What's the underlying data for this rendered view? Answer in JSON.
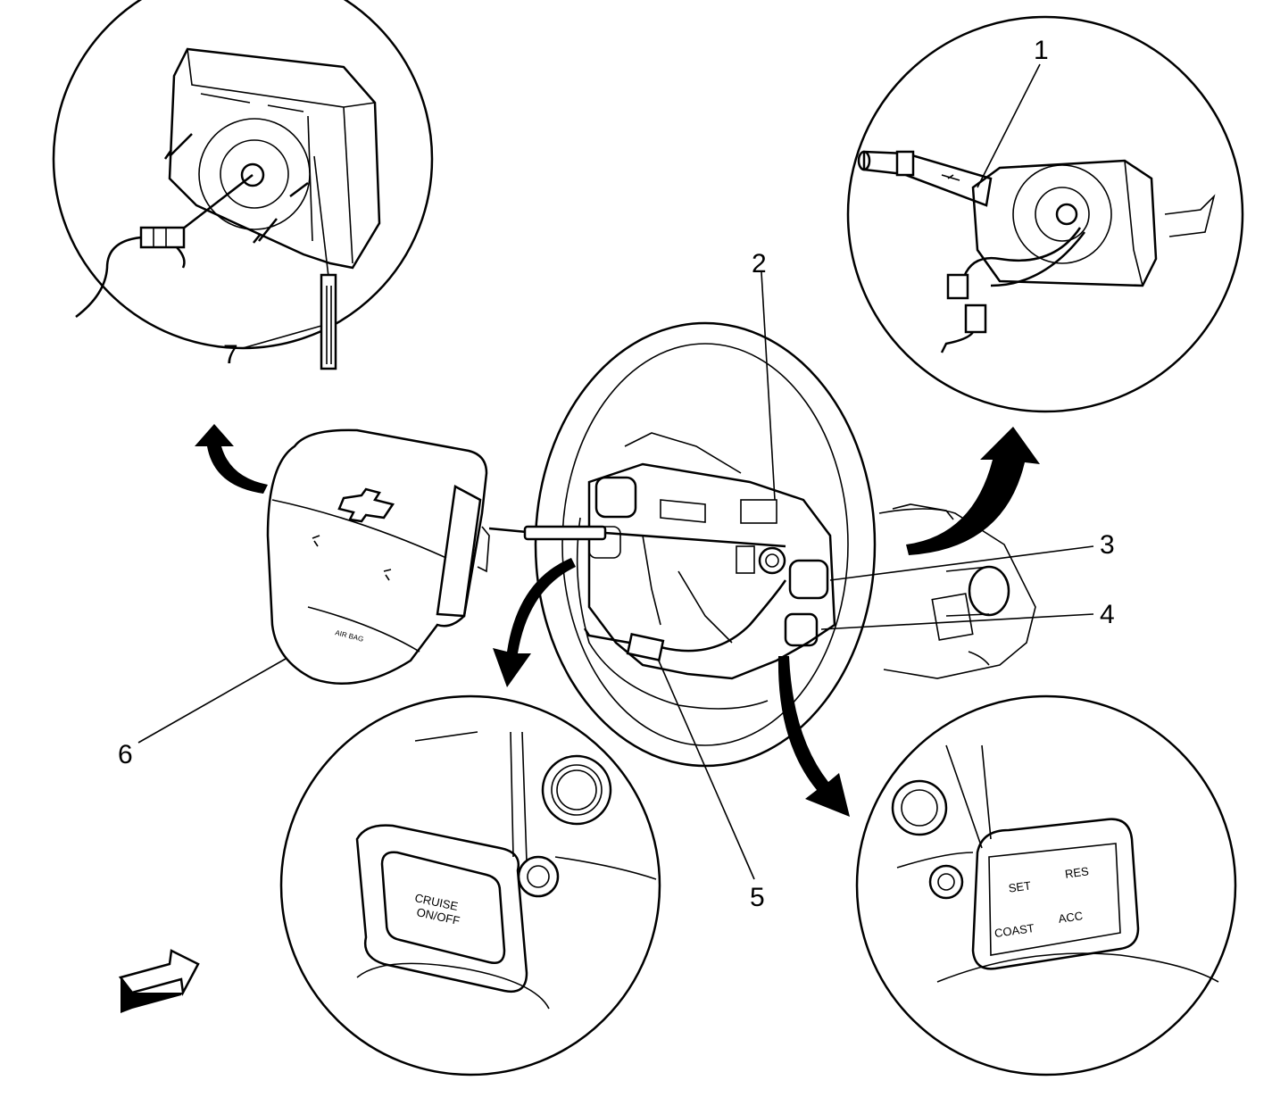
{
  "callouts": [
    "1",
    "2",
    "3",
    "4",
    "5",
    "6",
    "7"
  ],
  "airbag_label": "AIR BAG",
  "cruise_button": {
    "line1": "CRUISE",
    "line2": "ON/OFF"
  },
  "resume_buttons": {
    "set": "SET",
    "res": "RES",
    "coast": "COAST",
    "acc": "ACC"
  }
}
